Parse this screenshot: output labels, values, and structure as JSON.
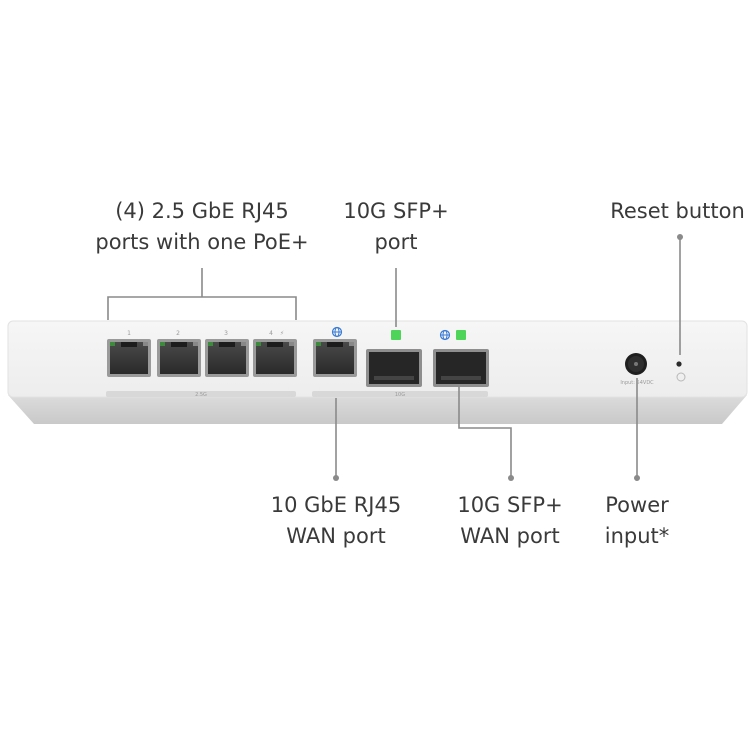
{
  "callouts": {
    "rj45_ports": {
      "line1": "(4) 2.5 GbE RJ45",
      "line2": "ports with one PoE+"
    },
    "sfp_port": {
      "line1": "10G SFP+",
      "line2": "port"
    },
    "reset": {
      "line1": "Reset button"
    },
    "wan_rj45": {
      "line1": "10 GbE RJ45",
      "line2": "WAN port"
    },
    "wan_sfp": {
      "line1": "10G SFP+",
      "line2": "WAN port"
    },
    "power": {
      "line1": "Power",
      "line2": "input*"
    }
  },
  "device": {
    "port_numbers": [
      "1",
      "2",
      "3",
      "4"
    ],
    "poe_mark": "⚡",
    "group_label_rj45": "2.5G",
    "group_label_sfp": "10G",
    "power_label": "Input: 54VDC"
  },
  "colors": {
    "led_green": "#4fd45a",
    "globe_blue": "#3a7bd5",
    "callout_line": "#8a8a8a",
    "label_text": "#3a3a3a",
    "chassis": "#f1f1f1"
  }
}
